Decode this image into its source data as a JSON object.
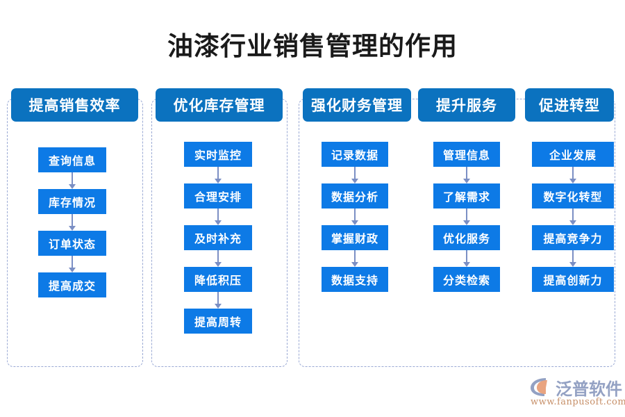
{
  "title": "油漆行业销售管理的作用",
  "colors": {
    "header_blue": "#0b72bf",
    "node_blue": "#0d7ae6",
    "dashed_border": "#9aa9d4",
    "arrow": "#7b8fc4",
    "title_text": "#1a1a1a",
    "logo_brand": "#8e9cc0",
    "logo_url": "#c3895f",
    "logo_accent": "#e8a07a",
    "background": "#ffffff"
  },
  "columns": [
    {
      "header": "提高销售效率",
      "items": [
        "查询信息",
        "库存情况",
        "订单状态",
        "提高成交"
      ]
    },
    {
      "header": "优化库存管理",
      "items": [
        "实时监控",
        "合理安排",
        "及时补充",
        "降低积压",
        "提高周转"
      ]
    },
    {
      "header": "强化财务管理",
      "items": [
        "记录数据",
        "数据分析",
        "掌握财政",
        "数据支持"
      ]
    },
    {
      "header": "提升服务",
      "items": [
        "管理信息",
        "了解需求",
        "优化服务",
        "分类检索"
      ]
    },
    {
      "header": "促进转型",
      "items": [
        "企业发展",
        "数字化转型",
        "提高竞争力",
        "提高创新力"
      ]
    }
  ],
  "logo": {
    "brand": "泛普软件",
    "url": "www.fanpusoft.com",
    "mark": "fanpu-c-mark-icon"
  }
}
